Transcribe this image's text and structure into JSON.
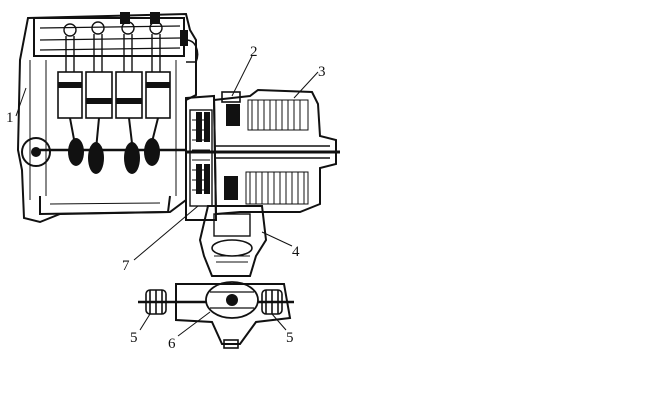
{
  "figure": {
    "callouts": [
      {
        "id": "1",
        "label": "1"
      },
      {
        "id": "2",
        "label": "2"
      },
      {
        "id": "3",
        "label": "3"
      },
      {
        "id": "4",
        "label": "4"
      },
      {
        "id": "5a",
        "label": "5"
      },
      {
        "id": "6",
        "label": "6"
      },
      {
        "id": "5b",
        "label": "5"
      },
      {
        "id": "7",
        "label": "7"
      }
    ]
  }
}
